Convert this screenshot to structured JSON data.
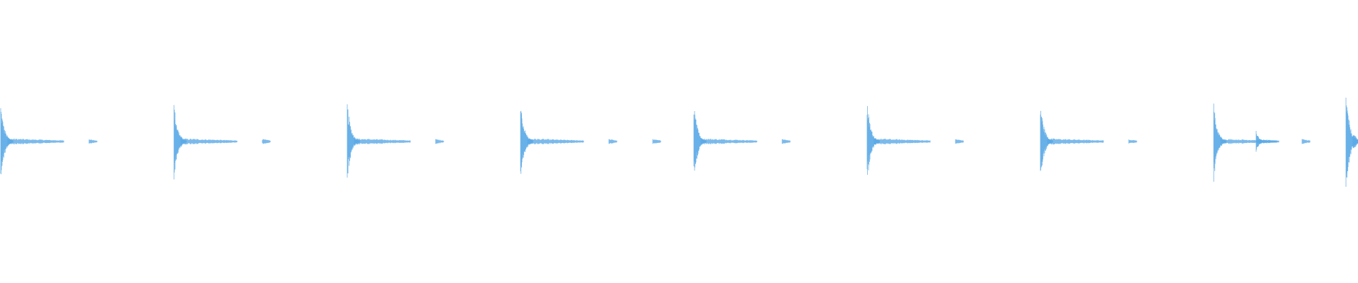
{
  "waveform": {
    "color": "#5aa9e6",
    "background": "#ffffff",
    "transients": [
      {
        "amp": 0.96,
        "tail_amp": 0.12,
        "ghosts": [
          {
            "amp": 0.05
          }
        ]
      },
      {
        "amp": 0.99,
        "tail_amp": 0.12,
        "ghosts": [
          {
            "amp": 0.05
          }
        ]
      },
      {
        "amp": 1.0,
        "tail_amp": 0.12,
        "ghosts": [
          {
            "amp": 0.05
          }
        ]
      },
      {
        "amp": 1.02,
        "tail_amp": 0.12,
        "ghosts": [
          {
            "amp": 0.05
          },
          {
            "amp": 0.05
          }
        ]
      },
      {
        "amp": 1.0,
        "tail_amp": 0.12,
        "ghosts": [
          {
            "amp": 0.05
          }
        ]
      },
      {
        "amp": 1.02,
        "tail_amp": 0.12,
        "ghosts": [
          {
            "amp": 0.05
          }
        ]
      },
      {
        "amp": 1.02,
        "tail_amp": 0.12,
        "ghosts": [
          {
            "amp": 0.05
          }
        ]
      },
      {
        "amp": 0.96,
        "tail_amp": 0.1,
        "ghosts": [
          {
            "amp": 0.3
          },
          {
            "amp": 0.05
          }
        ]
      },
      {
        "amp": 1.25,
        "tail_amp": 0.3,
        "ghosts": []
      }
    ]
  }
}
